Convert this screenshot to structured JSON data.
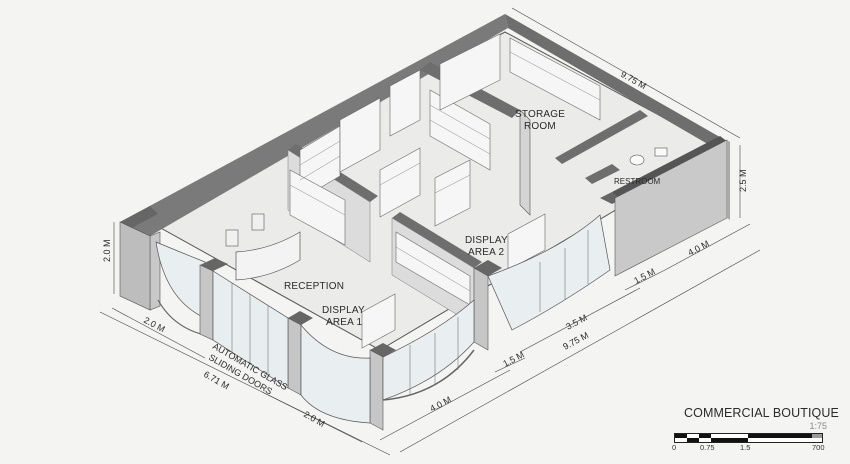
{
  "title_block": {
    "title": "COMMERCIAL BOUTIQUE",
    "scale_ratio": "1:75",
    "scale_ticks": [
      "0",
      "0.75",
      "1.5",
      "700"
    ]
  },
  "rooms": {
    "storage": [
      "STORAGE",
      "ROOM"
    ],
    "restroom": "RESTROOM",
    "reception": "RECEPTION",
    "display1": [
      "DISPLAY",
      "AREA 1"
    ],
    "display2": [
      "DISPLAY",
      "AREA 2"
    ]
  },
  "dimensions": {
    "top_length": "9.75 M",
    "right_height": "2.5 M",
    "left_height": "2.0 M",
    "left_bay": "2.0 M",
    "front_total": "6.71 M",
    "front_right_bay": "2.0 M",
    "entrance_label": [
      "AUTOMATIC GLASS",
      "SLIDING DOORS"
    ],
    "side_seg1": "4.0 M",
    "side_seg2": "1.5 M",
    "side_seg3": "3.5 M",
    "side_total": "9.75 M",
    "side_seg4": "1.5 M",
    "side_seg5": "4.0 M"
  },
  "colors": {
    "wall_top": "#6a6a6a",
    "wall_face": "#d8d8d8",
    "floor": "#ececec",
    "line": "#3a3a3a"
  }
}
